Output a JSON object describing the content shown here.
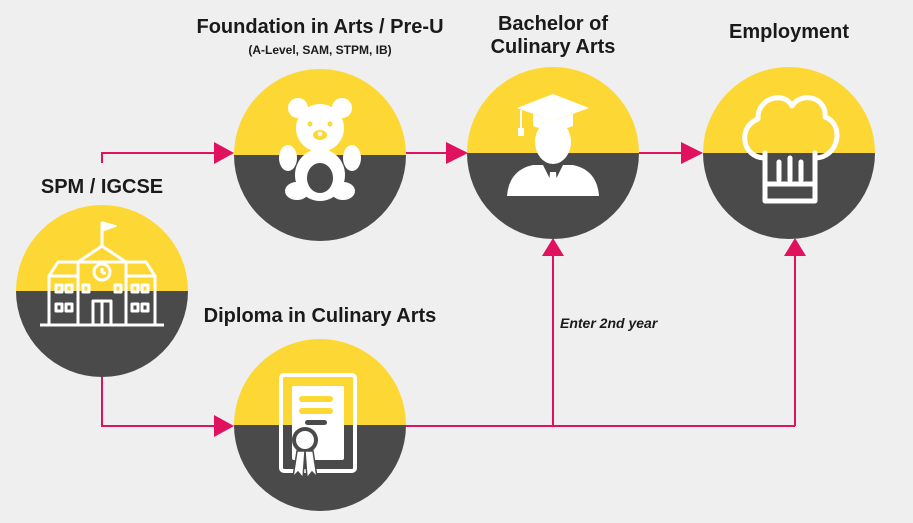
{
  "colors": {
    "background": "#efefef",
    "yellow": "#fdd835",
    "dark": "#4a4a4a",
    "arrow": "#e0115f",
    "icon": "#ffffff",
    "text": "#1a1a1a"
  },
  "labels": {
    "spm": "SPM / IGCSE",
    "foundation_title": "Foundation in Arts / Pre-U",
    "foundation_sub": "(A-Level, SAM, STPM, IB)",
    "bachelor_line1": "Bachelor of",
    "bachelor_line2": "Culinary Arts",
    "employment": "Employment",
    "diploma": "Diploma in Culinary Arts",
    "enter_note": "Enter 2nd year"
  },
  "nodes": [
    {
      "id": "spm",
      "icon": "school-icon"
    },
    {
      "id": "foundation",
      "icon": "teddy-bear-icon"
    },
    {
      "id": "bachelor",
      "icon": "graduate-icon"
    },
    {
      "id": "employment",
      "icon": "chef-hat-icon"
    },
    {
      "id": "diploma",
      "icon": "certificate-icon"
    }
  ]
}
